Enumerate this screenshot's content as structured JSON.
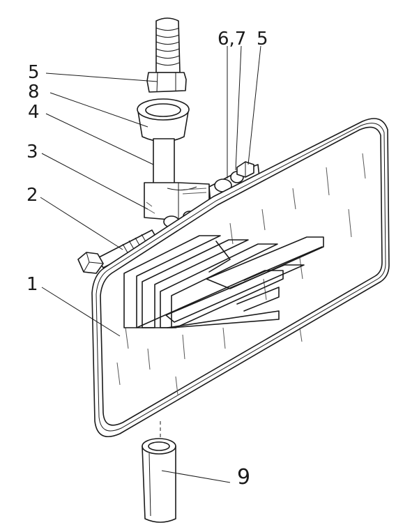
{
  "diagram": {
    "callouts": [
      {
        "id": "c1",
        "text": "1"
      },
      {
        "id": "c2",
        "text": "2"
      },
      {
        "id": "c3",
        "text": "3"
      },
      {
        "id": "c4",
        "text": "4"
      },
      {
        "id": "c5a",
        "text": "5"
      },
      {
        "id": "c8",
        "text": "8"
      },
      {
        "id": "c67",
        "text": "6,7"
      },
      {
        "id": "c5b",
        "text": "5"
      },
      {
        "id": "c9",
        "text": "9"
      }
    ]
  }
}
